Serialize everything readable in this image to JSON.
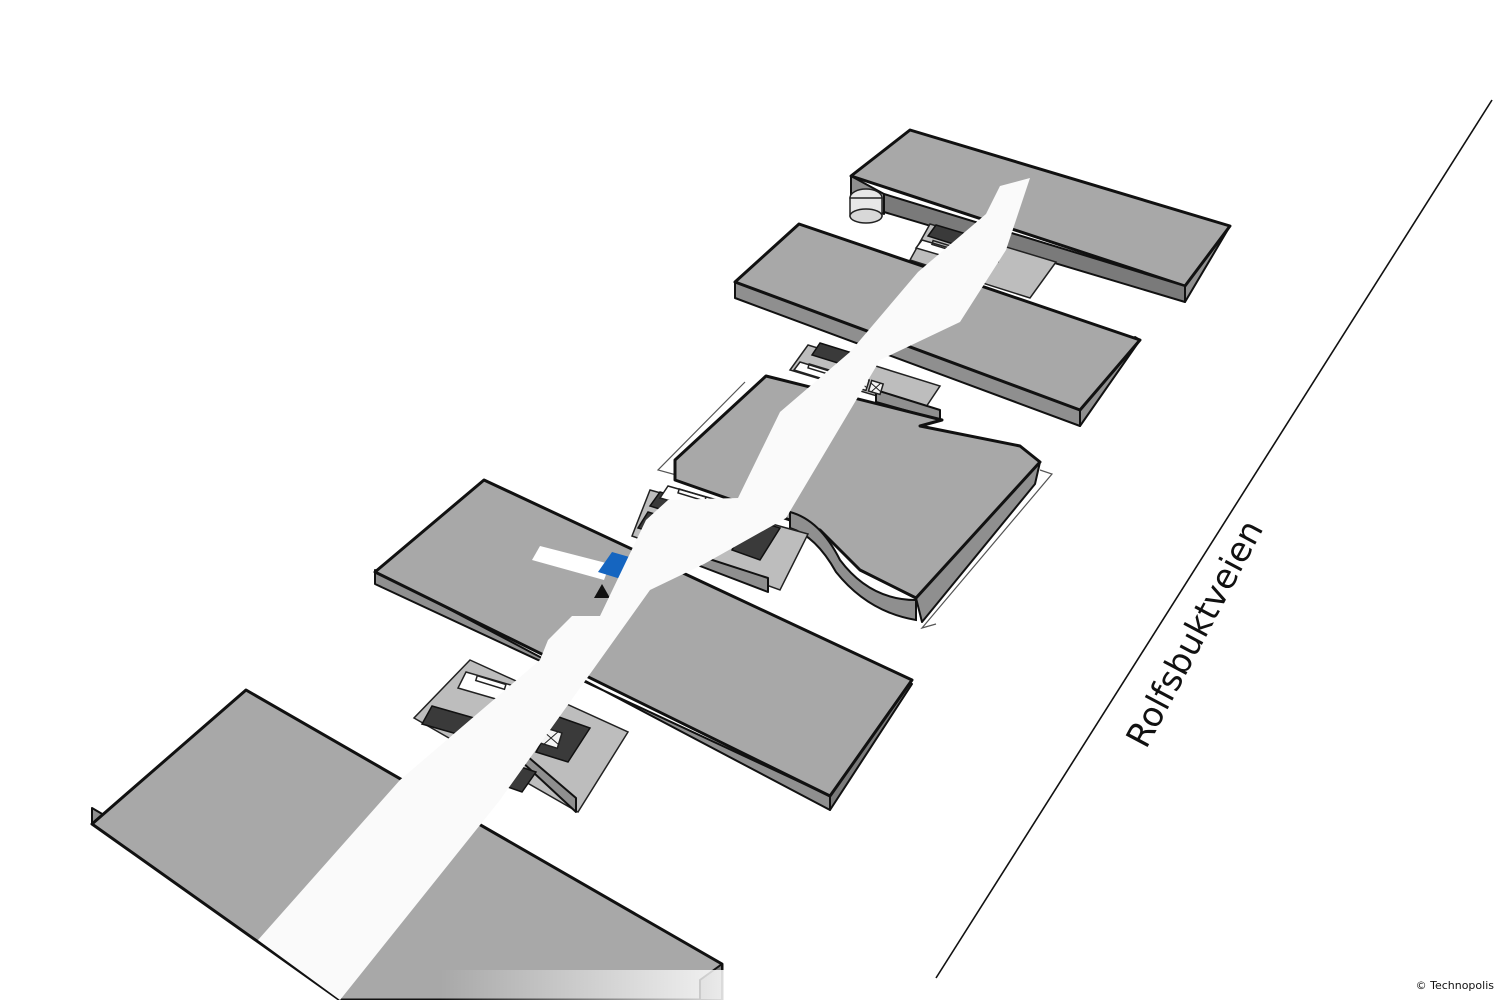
{
  "map": {
    "road_label": "Rolfsbuktveien",
    "copyright": "© Technopolis",
    "you_are_here_color": "#1565c0",
    "building_color": "#a8a8a8",
    "corridor_color": "#fafafa",
    "icons": [
      "elevator-icon",
      "stair-icon",
      "you-are-here-marker"
    ]
  }
}
